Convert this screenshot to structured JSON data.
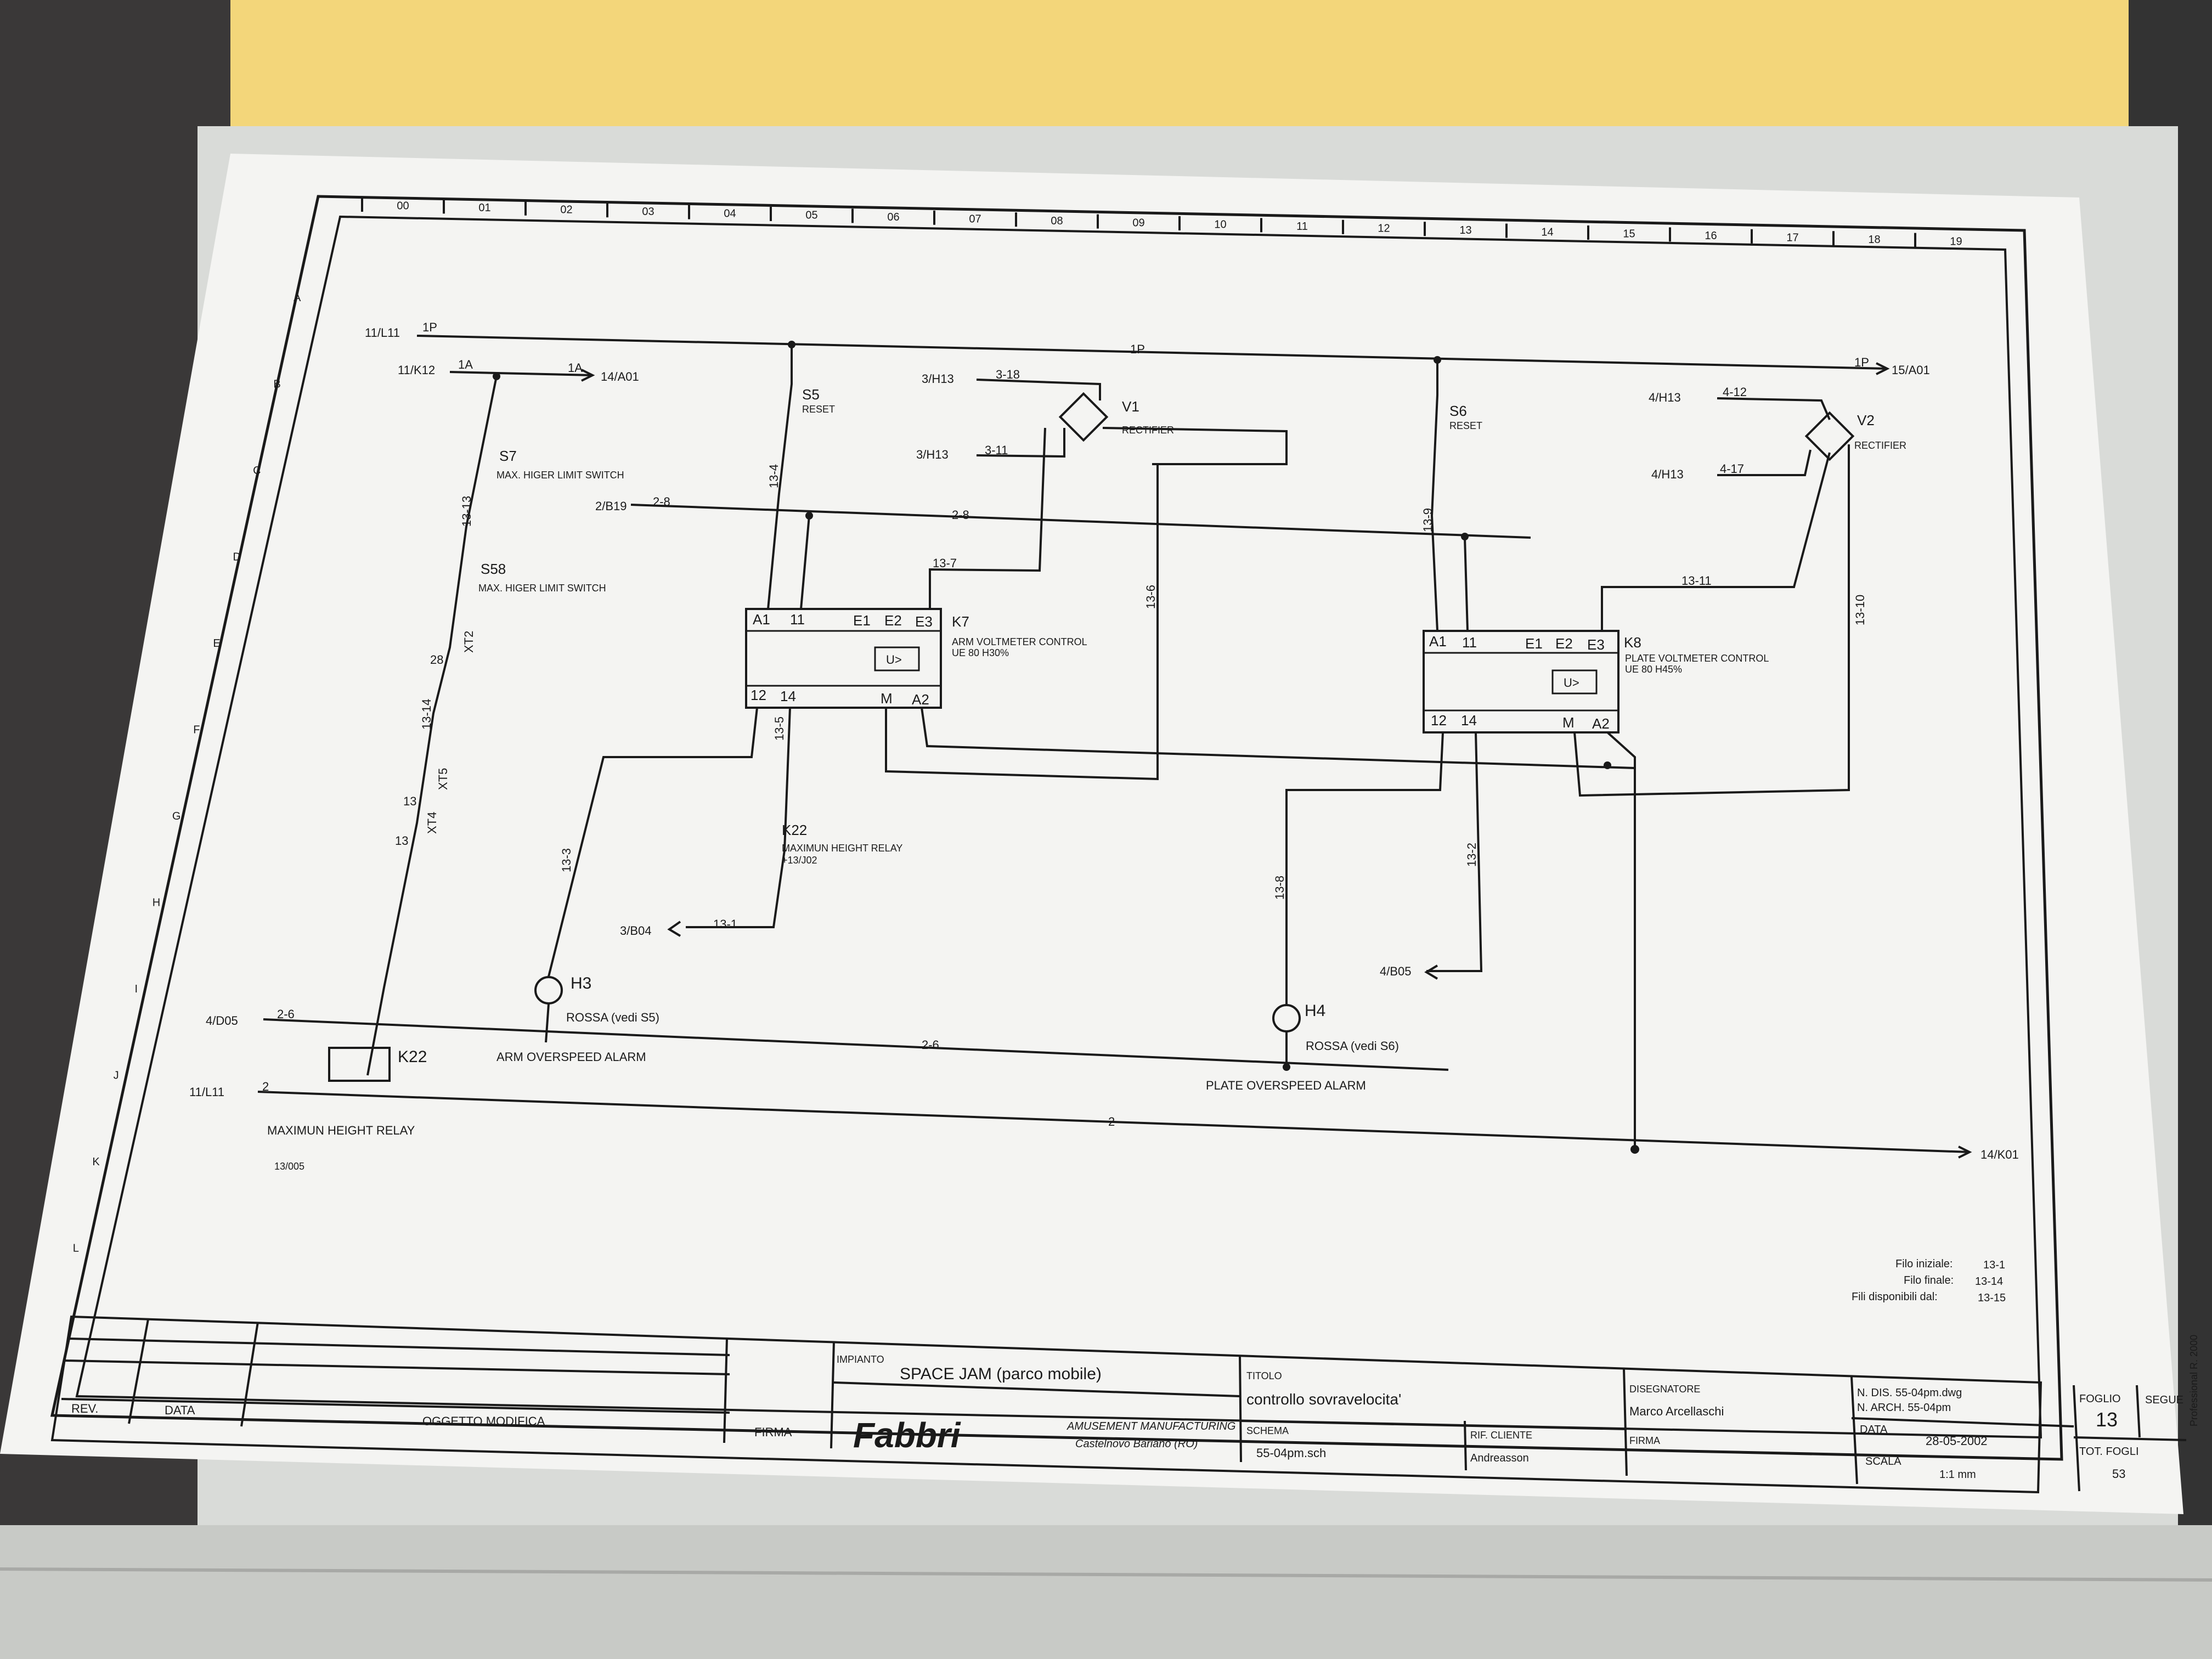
{
  "columns": [
    "00",
    "01",
    "02",
    "03",
    "04",
    "05",
    "06",
    "07",
    "08",
    "09",
    "10",
    "11",
    "12",
    "13",
    "14",
    "15",
    "16",
    "17",
    "18",
    "19"
  ],
  "rows": [
    "A",
    "B",
    "C",
    "D",
    "E",
    "F",
    "G",
    "H",
    "I",
    "J",
    "K",
    "L"
  ],
  "wires": {
    "w1p_left": "11/L11",
    "w1p": "1P",
    "w1p_mid": "1P",
    "w1p_right_label": "1P",
    "w1p_right_ref": "15/A01",
    "w1a_left": "11/K12",
    "w1a": "1A",
    "w1a_2": "1A",
    "w1a_ref": "14/A01",
    "w3_18_left": "3/H13",
    "w3_18": "3-18",
    "w3_11_left": "3/H13",
    "w3_11": "3-11",
    "w4_12_left": "4/H13",
    "w4_12": "4-12",
    "w4_17_left": "4/H13",
    "w4_17": "4-17",
    "w2_8_left": "2/B19",
    "w2_8": "2-8",
    "w2_8_mid": "2-8",
    "w13_13": "13-13",
    "w13_4": "13-4",
    "w13_7": "13-7",
    "w13_6": "13-6",
    "w13_9": "13-9",
    "w13_11": "13-11",
    "w13_10": "13-10",
    "w13_14": "13-14",
    "w13_5": "13-5",
    "w13_3": "13-3",
    "w13_8": "13-8",
    "w13_2": "13-2",
    "w13_1": "13-1",
    "w13_1_ref": "3/B04",
    "w4_b05": "4/B05",
    "w2_6_left": "4/D05",
    "w2_6": "2-6",
    "w2_6_mid": "2-6",
    "w2_left": "11/L11",
    "w2": "2",
    "w2_mid": "2",
    "w2_ref": "14/K01",
    "xt2": "XT2",
    "xt2_num": "28",
    "xt5": "XT5",
    "xt4": "XT4",
    "xt_num1": "13",
    "xt_num2": "13",
    "note_13_05": "13/005"
  },
  "components": {
    "s5": "S5",
    "s5_desc": "RESET",
    "s6": "S6",
    "s6_desc": "RESET",
    "s7": "S7",
    "s7_desc": "MAX. HIGER LIMIT SWITCH",
    "s58": "S58",
    "s58_desc": "MAX. HIGER LIMIT SWITCH",
    "v1": "V1",
    "v1_desc": "RECTIFIER",
    "v2": "V2",
    "v2_desc": "RECTIFIER",
    "k7": "K7",
    "k7_desc1": "ARM VOLTMETER CONTROL",
    "k7_desc2": "UE 80    H30%",
    "k8": "K8",
    "k8_desc1": "PLATE VOLTMETER CONTROL",
    "k8_desc2": "UE 80    H45%",
    "k22": "K22",
    "k22_desc1": "MAXIMUN HEIGHT RELAY",
    "k22_desc2": "+13/J02",
    "k22_coil": "K22",
    "k22_coil_desc": "MAXIMUN HEIGHT RELAY",
    "h3": "H3",
    "h3_desc": "ROSSA (vedi S5)",
    "h3_alarm": "ARM OVERSPEED ALARM",
    "h4": "H4",
    "h4_desc": "ROSSA (vedi S6)",
    "h4_alarm": "PLATE OVERSPEED ALARM",
    "u": "U>",
    "t_a1": "A1",
    "t_11": "11",
    "t_e1": "E1",
    "t_e2": "E2",
    "t_e3": "E3",
    "t_12": "12",
    "t_14": "14",
    "t_m": "M",
    "t_a2": "A2"
  },
  "wire_info": {
    "start_label": "Filo iniziale:",
    "start": "13-1",
    "end_label": "Filo finale:",
    "end": "13-14",
    "avail_label": "Fili disponibili dal:",
    "avail": "13-15"
  },
  "title_block": {
    "rev": "REV.",
    "data": "DATA",
    "oggetto": "OGGETTO MODIFICA",
    "firma": "FIRMA",
    "impianto_label": "IMPIANTO",
    "impianto": "SPACE JAM (parco mobile)",
    "logo": "Fabbri",
    "company1": "AMUSEMENT MANUFACTURING",
    "company2": "Castelnovo Bariano (RO)",
    "titolo_label": "TITOLO",
    "titolo": "controllo sovravelocita'",
    "schema_label": "SCHEMA",
    "schema": "55-04pm.sch",
    "rif_label": "RIF. CLIENTE",
    "rif": "Andreasson",
    "disegnatore_label": "DISEGNATORE",
    "disegnatore": "Marco Arcellaschi",
    "firma2": "FIRMA",
    "ndis": "N. DIS.  55-04pm.dwg",
    "narch": "N. ARCH. 55-04pm",
    "data_label": "DATA",
    "data_val": "28-05-2002",
    "scala_label": "SCALA",
    "scala_val": "1:1    mm",
    "foglio_label": "FOGLIO",
    "foglio": "13",
    "segue_label": "SEGUE",
    "tot_label": "TOT. FOGLI",
    "tot": "53",
    "software": "Professional R. 2000"
  },
  "colors": {
    "paper": "#f4f4f2",
    "ink": "#1a1a1a",
    "folder_yellow": "#f3d67a",
    "background": "#2a2a2a"
  }
}
